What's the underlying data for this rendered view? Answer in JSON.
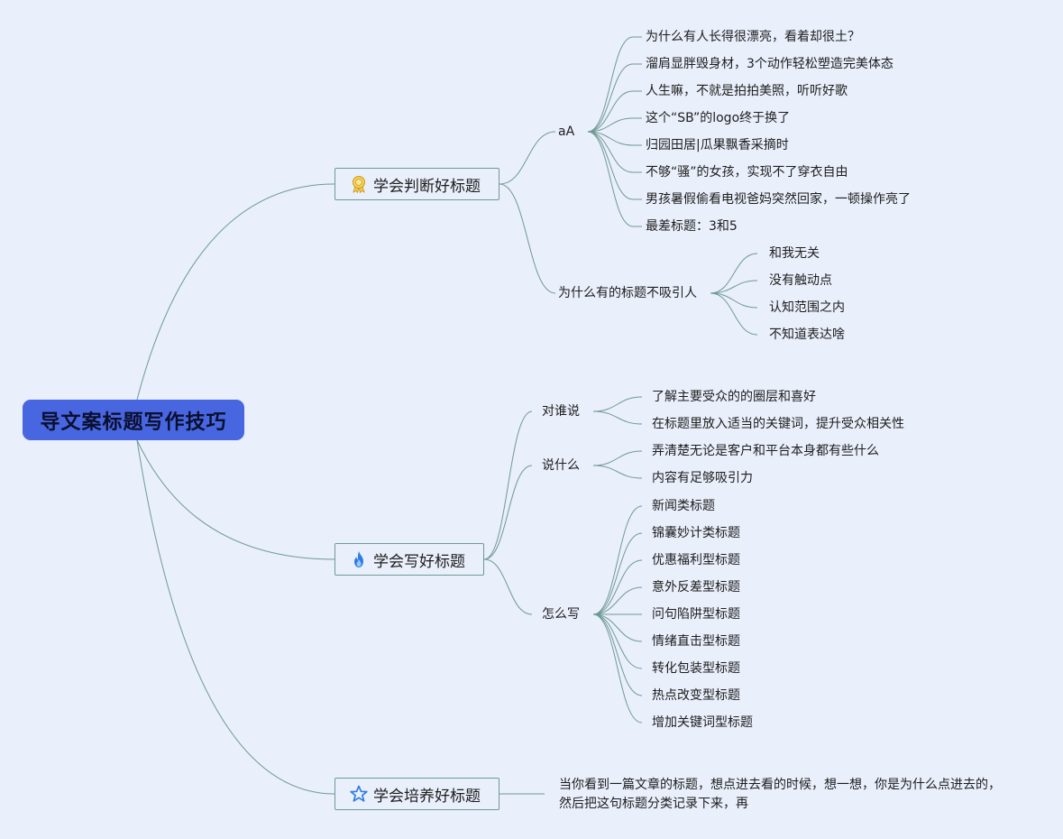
{
  "root": {
    "label": "导文案标题写作技巧"
  },
  "branches": [
    {
      "label": "学会判断好标题",
      "icon": "ribbon-award-icon",
      "children": [
        {
          "label": "aA",
          "items": [
            "为什么有人长得很漂亮，看着却很土？",
            "溜肩显胖毁身材，3个动作轻松塑造完美体态",
            "人生嘛，不就是拍拍美照，听听好歌",
            "这个“SB”的logo终于换了",
            "归园田居|瓜果飘香采摘时",
            "不够“骚”的女孩，实现不了穿衣自由",
            "男孩暑假偷看电视爸妈突然回家，一顿操作亮了",
            "最差标题：3和5"
          ]
        },
        {
          "label": "为什么有的标题不吸引人",
          "items": [
            "和我无关",
            "没有触动点",
            "认知范围之内",
            "不知道表达啥"
          ]
        }
      ]
    },
    {
      "label": "学会写好标题",
      "icon": "fire-icon",
      "children": [
        {
          "label": "对谁说",
          "items": [
            "了解主要受众的的圈层和喜好",
            "在标题里放入适当的关键词，提升受众相关性"
          ]
        },
        {
          "label": "说什么",
          "items": [
            "弄清楚无论是客户和平台本身都有些什么",
            "内容有足够吸引力"
          ]
        },
        {
          "label": "怎么写",
          "items": [
            "新闻类标题",
            "锦囊妙计类标题",
            "优惠福利型标题",
            "意外反差型标题",
            "问句陷阱型标题",
            "情绪直击型标题",
            "转化包装型标题",
            "热点改变型标题",
            "增加关键词型标题"
          ]
        }
      ]
    },
    {
      "label": "学会培养好标题",
      "icon": "star-icon",
      "note_lines": [
        "当你看到一篇文章的标题，想点进去看的时候，想一想，你是为什么点进去的，",
        "然后把这句标题分类记录下来，再"
      ]
    }
  ],
  "colors": {
    "background": "#e9effb",
    "root": "#4766e0",
    "line": "#6f9a93",
    "branch_border": "#6f9a93"
  }
}
